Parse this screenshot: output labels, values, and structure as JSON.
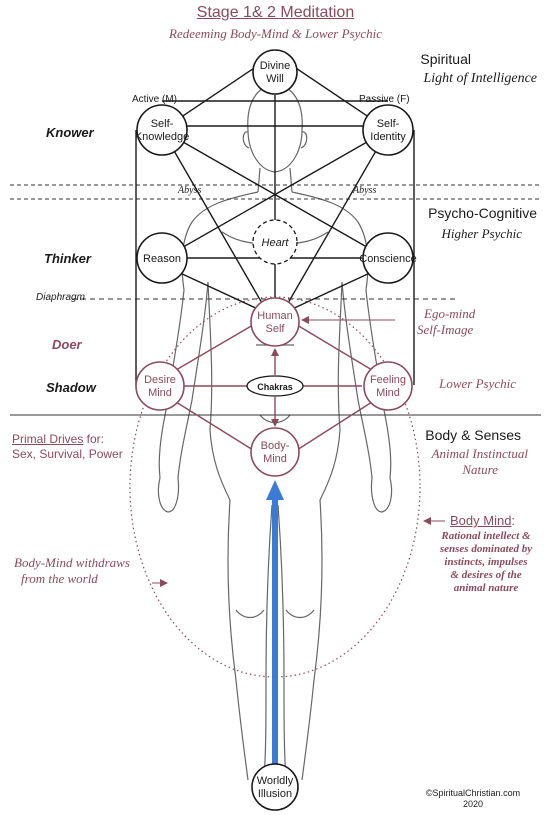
{
  "title": "Stage 1& 2 Meditation",
  "subtitle": "Redeeming Body-Mind & Lower Psychic",
  "levels": {
    "spiritual": {
      "title": "Spiritual",
      "sub": "Light of Intelligence"
    },
    "psycho": {
      "title": "Psycho-Cognitive",
      "sub": "Higher Psychic"
    },
    "lower_psychic": "Lower Psychic",
    "body": {
      "title": "Body & Senses",
      "sub1": "Animal Instinctual",
      "sub2": "Nature"
    }
  },
  "roles": {
    "knower": "Knower",
    "thinker": "Thinker",
    "doer": "Doer",
    "shadow": "Shadow"
  },
  "lines": {
    "abyss_left": "Abyss",
    "abyss_right": "Abyss",
    "diaphragm": "Diaphragm"
  },
  "polarity": {
    "active": "Active (M)",
    "passive": "Passive (F)"
  },
  "nodes": {
    "divine_will": [
      "Divine",
      "Will"
    ],
    "self_knowledge": [
      "Self-",
      "Knowledge"
    ],
    "self_identity": [
      "Self-",
      "Identity"
    ],
    "heart": "Heart",
    "reason": "Reason",
    "conscience": "Conscience",
    "human_self": [
      "Human",
      "Self"
    ],
    "desire_mind": [
      "Desire",
      "Mind"
    ],
    "feeling_mind": [
      "Feeling",
      "Mind"
    ],
    "chakras": "Chakras",
    "body_mind": [
      "Body-",
      "Mind"
    ],
    "worldly_illusion": [
      "Worldly",
      "Illusion"
    ]
  },
  "annotations": {
    "ego_mind": "Ego-mind",
    "self_image": "Self-Image",
    "primal_drives_label": "Primal Drives",
    "primal_drives_for": " for:",
    "primal_drives_list": "Sex, Survival, Power",
    "withdraws_1": "Body-Mind withdraws",
    "withdraws_2": "from the world",
    "body_mind_label": "Body Mind",
    "body_mind_colon": ":",
    "body_mind_desc": [
      "Rational intellect &",
      "senses dominated by",
      "instincts, impulses",
      "& desires of the",
      "animal nature"
    ]
  },
  "copyright": [
    "©SpiritualChristian.com",
    "2020"
  ],
  "colors": {
    "maroon": "#8b4a5c",
    "ink": "#1a1a1a",
    "arrow_blue": "#3a7bd5",
    "figure": "#555555"
  }
}
